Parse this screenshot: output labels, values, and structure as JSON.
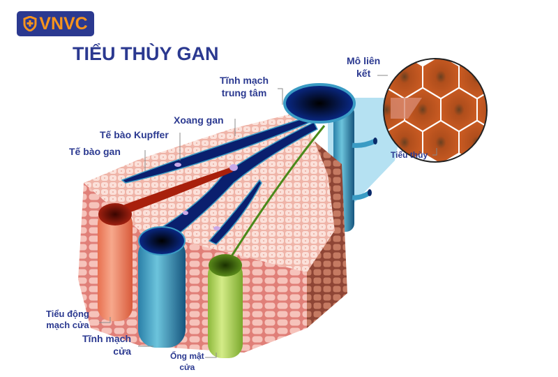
{
  "brand": {
    "name": "VNVC",
    "icon": "shield-cross-icon",
    "bg_color": "#2b3990",
    "accent_color": "#f7941d"
  },
  "title": "TIỂU THÙY GAN",
  "labels": {
    "central_vein": "Tĩnh mạch\ntrung tâm",
    "sinusoid": "Xoang gan",
    "kupffer_cell": "Tế bào Kupffer",
    "hepatocyte": "Tế bào gan",
    "connective_tissue": "Mô liên\nkết",
    "lobule": "Tiểu thùy",
    "portal_arteriole": "Tiểu động\nmạch cửa",
    "portal_vein": "Tĩnh mạch\ncửa",
    "bile_duct": "Ống mật\ncửa"
  },
  "colors": {
    "text": "#2b3990",
    "tissue": "#f4c6bd",
    "tissue_side": "#e9938c",
    "tissue_dark": "#a85a4a",
    "vein_dark": "#0a1f6e",
    "vein_light": "#3a9bc4",
    "artery": "#f08a6a",
    "bile": "#b5d65a",
    "lobule_fill": "#c0561e",
    "zoom_cone": "#a8dcf0"
  }
}
